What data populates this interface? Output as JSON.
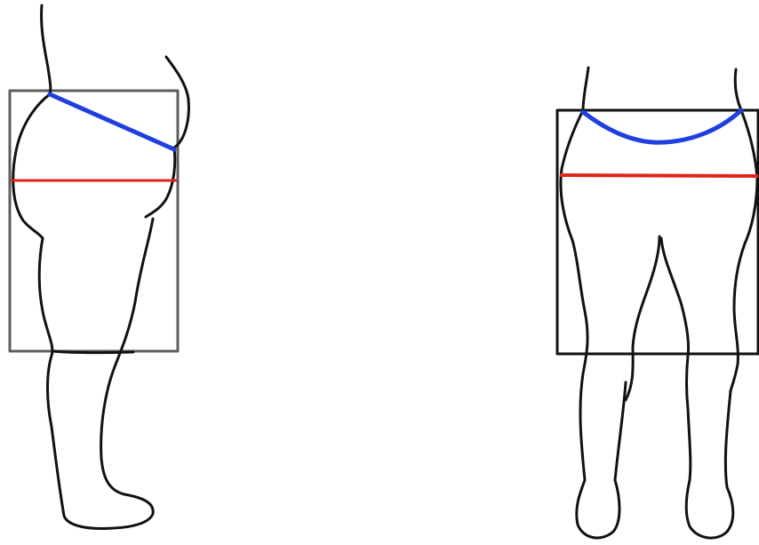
{
  "figures": [
    {
      "id": "side-view",
      "view": "side"
    },
    {
      "id": "front-view",
      "view": "front"
    }
  ],
  "colors": {
    "background": "#ffffff",
    "outline": "#111111",
    "side_box": "#5a5f5b",
    "front_box": "#111111",
    "waist_line": "#1f3fe0",
    "hip_line": "#e0241a"
  },
  "legend": []
}
